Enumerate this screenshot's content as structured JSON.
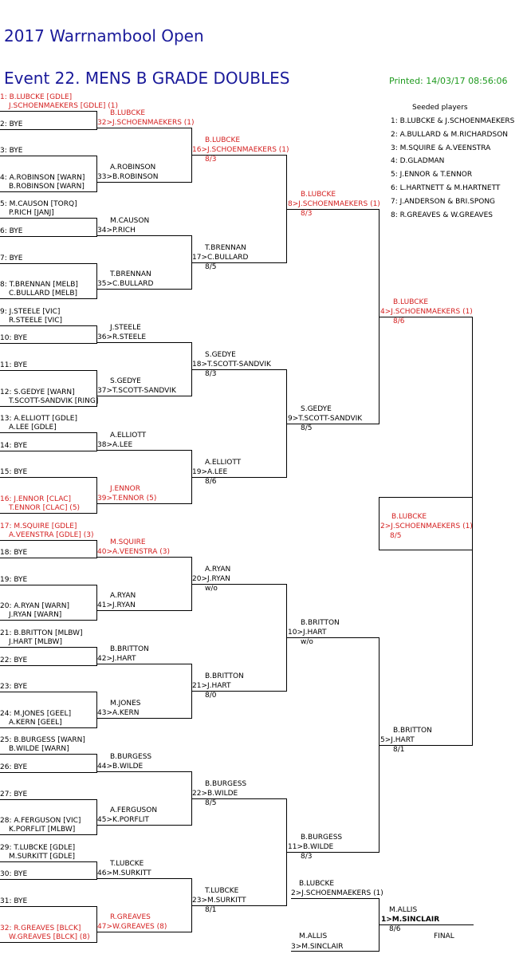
{
  "header": {
    "title": "2017 Warrnambool Open",
    "event": "Event 22. MENS B GRADE DOUBLES",
    "printed": "Printed: 14/03/17 08:56:06"
  },
  "seeded": {
    "title": "Seeded players",
    "list": [
      "1: B.LUBCKE & J.SCHOENMAEKERS",
      "2: A.BULLARD & M.RICHARDSON",
      "3: M.SQUIRE & A.VEENSTRA",
      "4: D.GLADMAN",
      "5: J.ENNOR & T.ENNOR",
      "6: L.HARTNETT & M.HARTNETT",
      "7: J.ANDERSON & BRI.SPONG",
      "8: R.GREAVES & W.GREAVES"
    ]
  },
  "draw": [
    [
      "1: B.LUBCKE [GDLE]",
      "J.SCHOENMAEKERS [GDLE] (1)"
    ],
    [
      "2: BYE",
      ""
    ],
    [
      "3: BYE",
      ""
    ],
    [
      "4: A.ROBINSON [WARN]",
      "B.ROBINSON [WARN]"
    ],
    [
      "5: M.CAUSON [TORQ]",
      "P.RICH [JANJ]"
    ],
    [
      "6: BYE",
      ""
    ],
    [
      "7: BYE",
      ""
    ],
    [
      "8: T.BRENNAN [MELB]",
      "C.BULLARD [MELB]"
    ],
    [
      "9: J.STEELE [VIC]",
      "R.STEELE [VIC]"
    ],
    [
      "10: BYE",
      ""
    ],
    [
      "11: BYE",
      ""
    ],
    [
      "12: S.GEDYE [WARN]",
      "T.SCOTT-SANDVIK [RING]"
    ],
    [
      "13: A.ELLIOTT [GDLE]",
      "A.LEE [GDLE]"
    ],
    [
      "14: BYE",
      ""
    ],
    [
      "15: BYE",
      ""
    ],
    [
      "16: J.ENNOR [CLAC]",
      "T.ENNOR [CLAC] (5)"
    ],
    [
      "17: M.SQUIRE [GDLE]",
      "A.VEENSTRA [GDLE] (3)"
    ],
    [
      "18: BYE",
      ""
    ],
    [
      "19: BYE",
      ""
    ],
    [
      "20: A.RYAN [WARN]",
      "J.RYAN [WARN]"
    ],
    [
      "21: B.BRITTON [MLBW]",
      "J.HART [MLBW]"
    ],
    [
      "22: BYE",
      ""
    ],
    [
      "23: BYE",
      ""
    ],
    [
      "24: M.JONES [GEEL]",
      "A.KERN [GEEL]"
    ],
    [
      "25: B.BURGESS [WARN]",
      "B.WILDE [WARN]"
    ],
    [
      "26: BYE",
      ""
    ],
    [
      "27: BYE",
      ""
    ],
    [
      "28: A.FERGUSON [VIC]",
      "K.PORFLIT [MLBW]"
    ],
    [
      "29: T.LUBCKE [GDLE]",
      "M.SURKITT [GDLE]"
    ],
    [
      "30: BYE",
      ""
    ],
    [
      "31: BYE",
      ""
    ],
    [
      "32: R.GREAVES [BLCK]",
      "W.GREAVES [BLCK] (8)"
    ]
  ],
  "r2": [
    [
      "B.LUBCKE",
      "32>J.SCHOENMAEKERS (1)",
      ""
    ],
    [
      "A.ROBINSON",
      "33>B.ROBINSON",
      ""
    ],
    [
      "M.CAUSON",
      "34>P.RICH",
      ""
    ],
    [
      "T.BRENNAN",
      "35>C.BULLARD",
      ""
    ],
    [
      "J.STEELE",
      "36>R.STEELE",
      ""
    ],
    [
      "S.GEDYE",
      "37>T.SCOTT-SANDVIK",
      ""
    ],
    [
      "A.ELLIOTT",
      "38>A.LEE",
      ""
    ],
    [
      "J.ENNOR",
      "39>T.ENNOR (5)",
      ""
    ],
    [
      "M.SQUIRE",
      "40>A.VEENSTRA (3)",
      ""
    ],
    [
      "A.RYAN",
      "41>J.RYAN",
      ""
    ],
    [
      "B.BRITTON",
      "42>J.HART",
      ""
    ],
    [
      "M.JONES",
      "43>A.KERN",
      ""
    ],
    [
      "B.BURGESS",
      "44>B.WILDE",
      ""
    ],
    [
      "A.FERGUSON",
      "45>K.PORFLIT",
      ""
    ],
    [
      "T.LUBCKE",
      "46>M.SURKITT",
      ""
    ],
    [
      "R.GREAVES",
      "47>W.GREAVES (8)",
      ""
    ]
  ],
  "r3": [
    [
      "B.LUBCKE",
      "16>J.SCHOENMAEKERS (1)",
      "8/3"
    ],
    [
      "T.BRENNAN",
      "17>C.BULLARD",
      "8/5"
    ],
    [
      "S.GEDYE",
      "18>T.SCOTT-SANDVIK",
      "8/3"
    ],
    [
      "A.ELLIOTT",
      "19>A.LEE",
      "8/6"
    ],
    [
      "A.RYAN",
      "20>J.RYAN",
      "w/o"
    ],
    [
      "B.BRITTON",
      "21>J.HART",
      "8/0"
    ],
    [
      "B.BURGESS",
      "22>B.WILDE",
      "8/5"
    ],
    [
      "T.LUBCKE",
      "23>M.SURKITT",
      "8/1"
    ]
  ],
  "r4": [
    [
      "B.LUBCKE",
      "8>J.SCHOENMAEKERS (1)",
      "8/3"
    ],
    [
      "S.GEDYE",
      "9>T.SCOTT-SANDVIK",
      "8/5"
    ],
    [
      "B.BRITTON",
      "10>J.HART",
      "w/o"
    ],
    [
      "B.BURGESS",
      "11>B.WILDE",
      "8/3"
    ]
  ],
  "r5": [
    [
      "B.LUBCKE",
      "4>J.SCHOENMAEKERS (1)",
      "8/6"
    ],
    [
      "B.BRITTON",
      "5>J.HART",
      "8/1"
    ]
  ],
  "r6": [
    [
      "B.LUBCKE",
      "2>J.SCHOENMAEKERS (1)",
      "8/5"
    ]
  ],
  "final_lower": [
    "B.LUBCKE",
    "2>J.SCHOENMAEKERS (1)"
  ],
  "final_opponent": [
    "M.ALLIS",
    "3>M.SINCLAIR"
  ],
  "champion": [
    "M.ALLIS",
    "1>M.SINCLAIR",
    "8/6"
  ],
  "final_label": "FINAL"
}
